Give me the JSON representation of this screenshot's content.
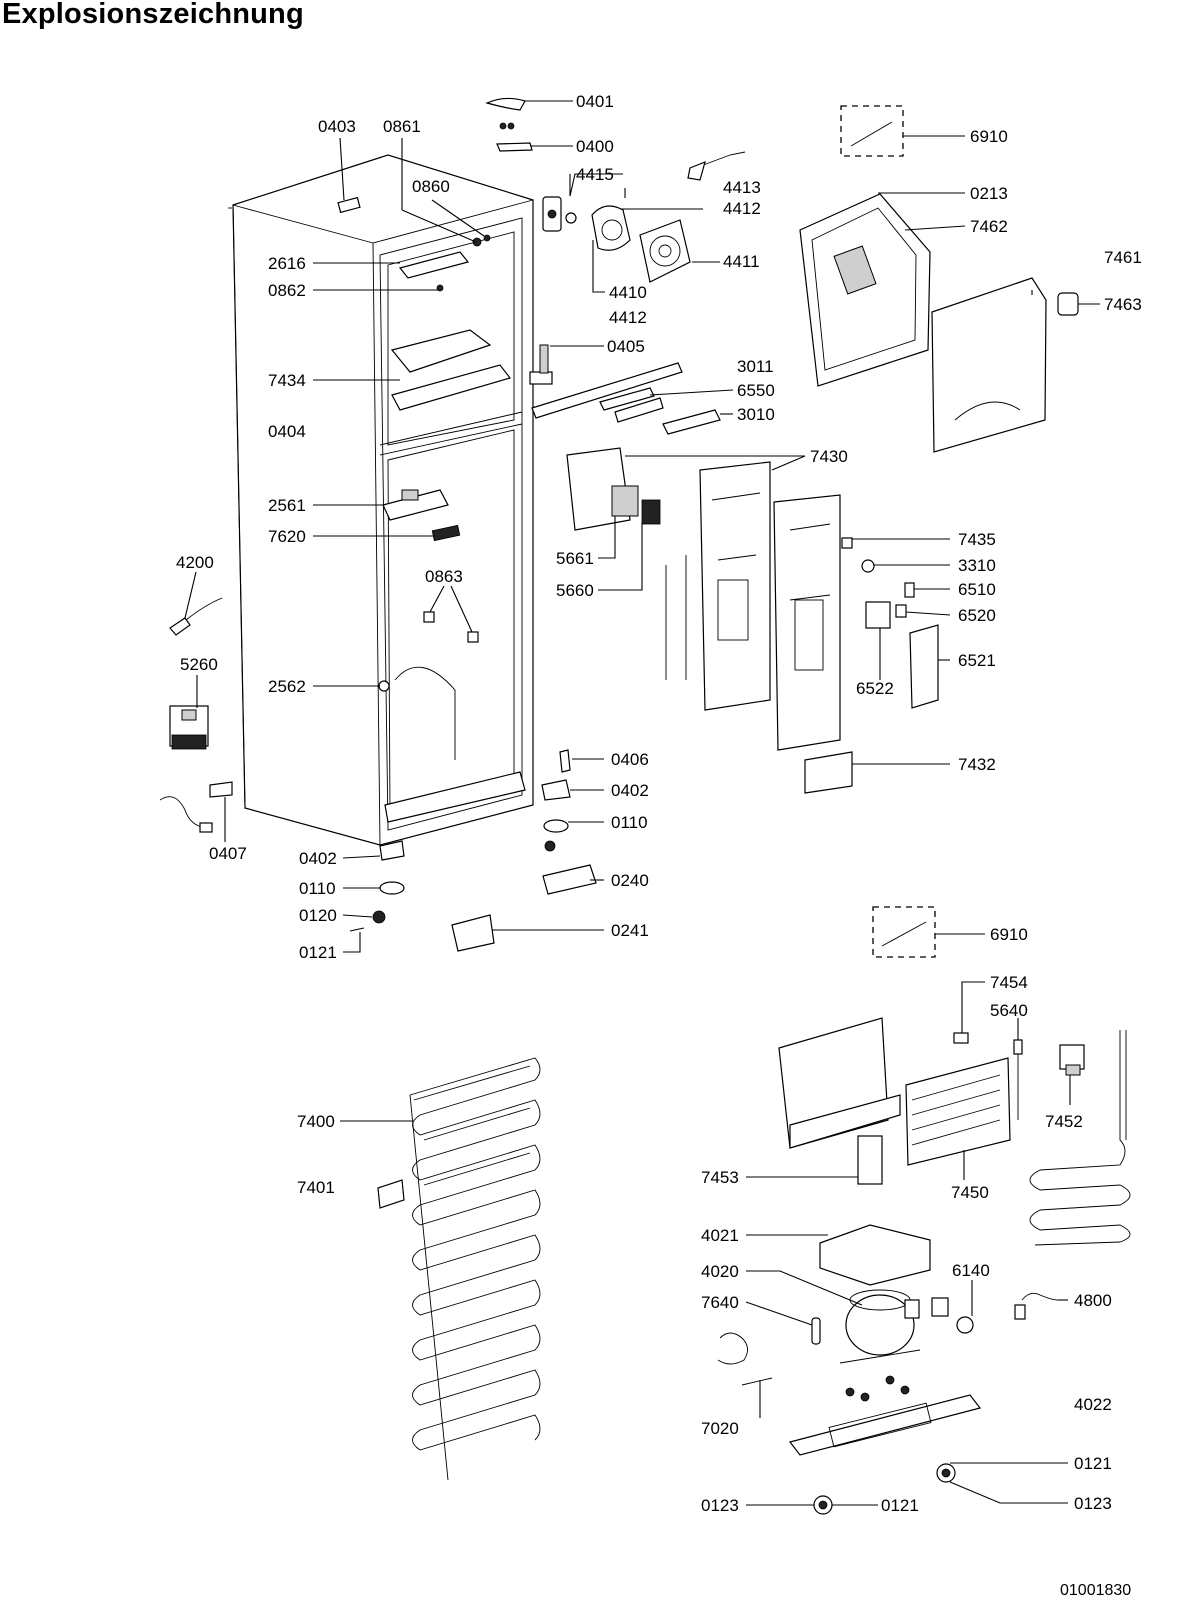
{
  "title": "Explosionszeichnung",
  "document_number": "01001830",
  "labels": {
    "l0401": "0401",
    "l0400": "0400",
    "l0403": "0403",
    "l0861": "0861",
    "l0860": "0860",
    "l4415": "4415",
    "l4413": "4413",
    "l4412a": "4412",
    "l4411": "4411",
    "l4410": "4410",
    "l4412b": "4412",
    "l2616": "2616",
    "l0862": "0862",
    "l0405": "0405",
    "l3011": "3011",
    "l6550": "6550",
    "l3010": "3010",
    "l7434": "7434",
    "l0404": "0404",
    "l7430": "7430",
    "l2561": "2561",
    "l7620": "7620",
    "l5661": "5661",
    "l5660": "5660",
    "l4200": "4200",
    "l0863": "0863",
    "l5260": "5260",
    "l2562": "2562",
    "l0406": "0406",
    "l0402a": "0402",
    "l0110a": "0110",
    "l0407": "0407",
    "l0402b": "0402",
    "l0110b": "0110",
    "l0240": "0240",
    "l0120": "0120",
    "l0241": "0241",
    "l0121a": "0121",
    "l6910a": "6910",
    "l0213": "0213",
    "l7462": "7462",
    "l7461": "7461",
    "l7463": "7463",
    "l7435": "7435",
    "l3310": "3310",
    "l6510": "6510",
    "l6520": "6520",
    "l6521": "6521",
    "l6522": "6522",
    "l7432": "7432",
    "l6910b": "6910",
    "l7454": "7454",
    "l5640": "5640",
    "l7452": "7452",
    "l7400": "7400",
    "l7401": "7401",
    "l7453": "7453",
    "l7450": "7450",
    "l4021": "4021",
    "l4020": "4020",
    "l6140": "6140",
    "l4800": "4800",
    "l7640": "7640",
    "l7020": "7020",
    "l4022": "4022",
    "l0121b": "0121",
    "l0123a": "0123",
    "l0121c": "0121",
    "l0123b": "0123"
  }
}
